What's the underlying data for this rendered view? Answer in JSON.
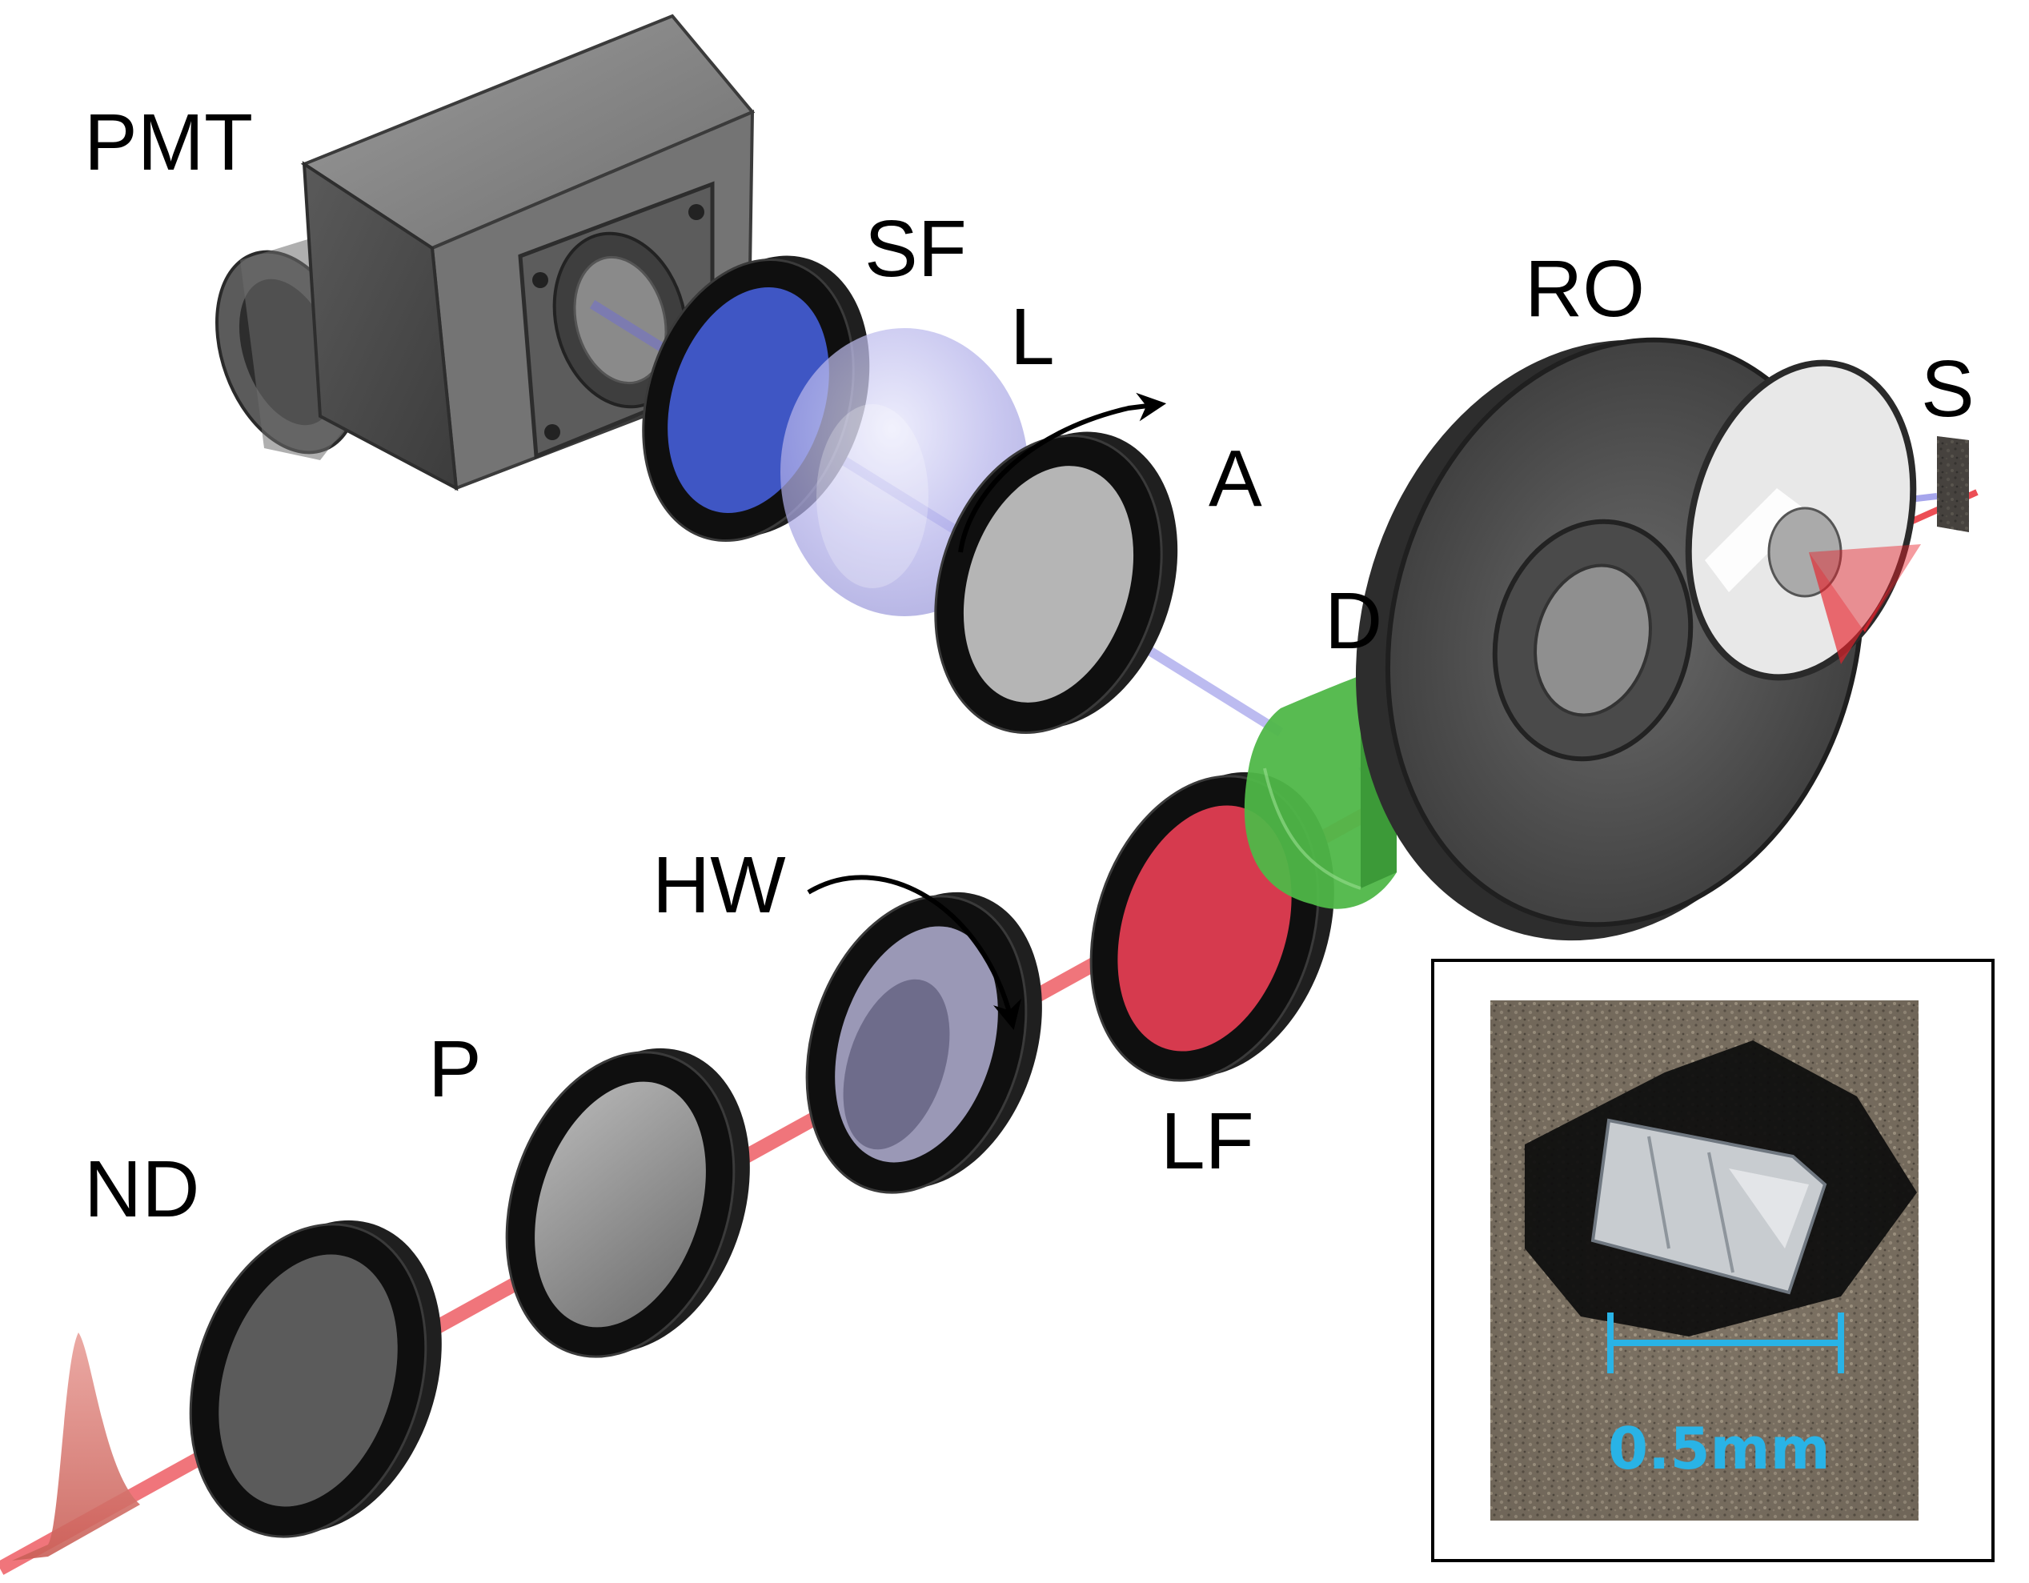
{
  "labels": {
    "pmt": "PMT",
    "sf": "SF",
    "l": "L",
    "a": "A",
    "ro": "RO",
    "s": "S",
    "d": "D",
    "hw": "HW",
    "lf": "LF",
    "p": "P",
    "nd": "ND"
  },
  "inset": {
    "scale_label": "0.5mm"
  },
  "colors": {
    "laser_red": "#e8222b",
    "signal_blue": "#6c6ae0",
    "shg_filter_blue": "#3f56c4",
    "dichroic_green": "#4fb748",
    "laser_filter_red": "#d63a4e",
    "scale_cyan": "#29b3e6"
  }
}
